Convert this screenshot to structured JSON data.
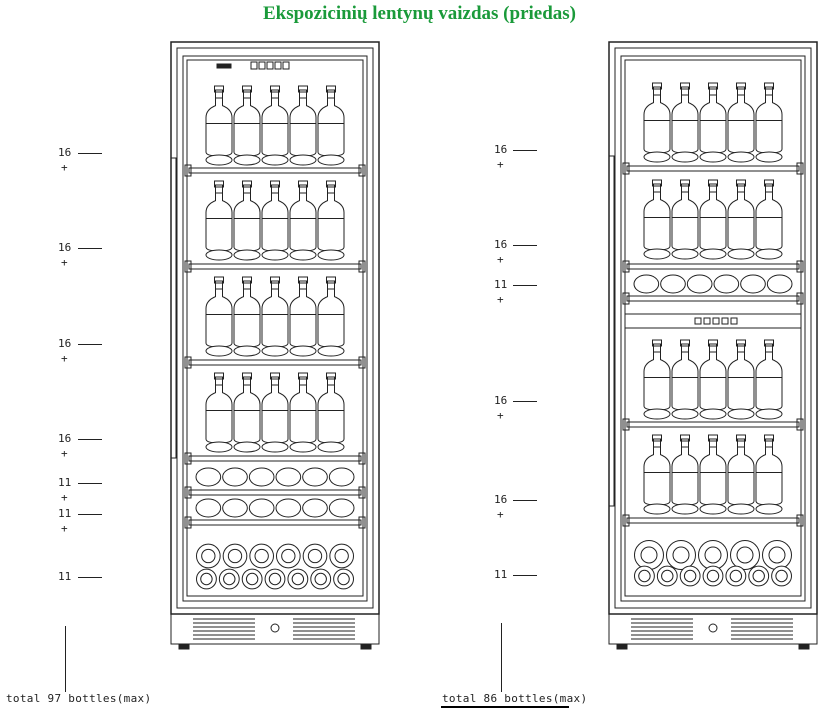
{
  "title": "Ekspozicinių lentynų vaizdas (priedas)",
  "title_color": "#1a9a3a",
  "left_unit": {
    "capacities": [
      "16",
      "16",
      "16",
      "16",
      "11",
      "11",
      "11"
    ],
    "plus": [
      "+",
      "+",
      "+",
      "+",
      "+",
      "+"
    ],
    "total": "total 97 bottles(max)"
  },
  "right_unit": {
    "capacities": [
      "16",
      "16",
      "11",
      "16",
      "16",
      "11"
    ],
    "plus": [
      "+",
      "+",
      "+",
      "+",
      "+"
    ],
    "total": "total 86 bottles(max)"
  }
}
